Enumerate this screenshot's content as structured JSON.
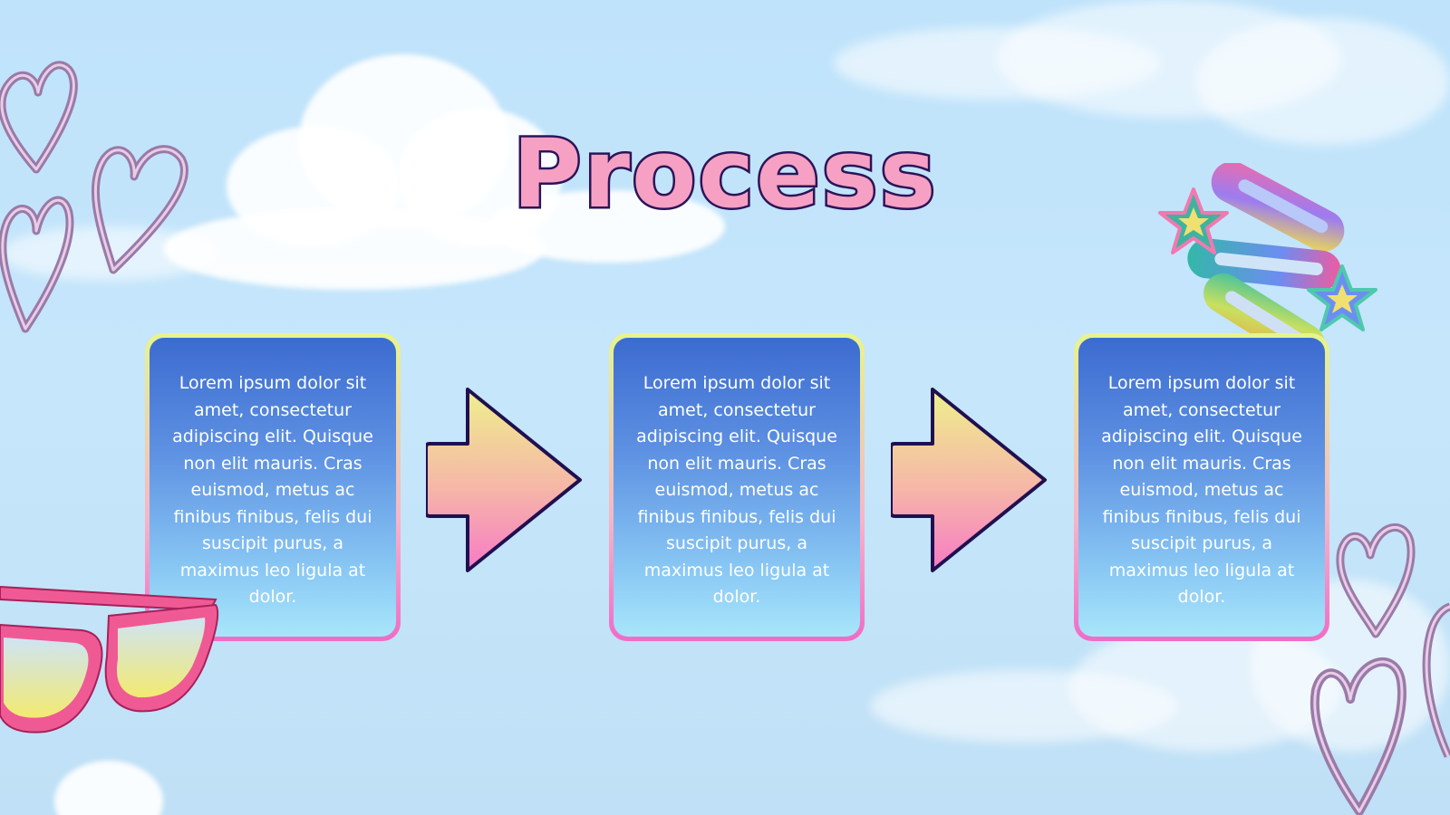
{
  "slide": {
    "title": "Process",
    "cards": [
      {
        "text": "Lorem ipsum dolor sit amet, consectetur adipiscing elit. Quisque non elit mauris. Cras euismod, metus ac finibus finibus, felis dui suscipit purus, a maximus leo ligula at dolor."
      },
      {
        "text": "Lorem ipsum dolor sit amet, consectetur adipiscing elit. Quisque non elit mauris. Cras euismod, metus ac finibus finibus, felis dui suscipit purus, a maximus leo ligula at dolor."
      },
      {
        "text": "Lorem ipsum dolor sit amet, consectetur adipiscing elit. Quisque non elit mauris. Cras euismod, metus ac finibus finibus, felis dui suscipit purus, a maximus leo ligula at dolor."
      }
    ]
  },
  "colors": {
    "sky": "#c6e6fb",
    "title_fill": "#f6a0c4",
    "outline": "#2b1458",
    "card_top": "#3c6bd0",
    "card_bottom": "#a8e6fb",
    "arrow_top": "#eef08c",
    "arrow_bottom": "#f77ac6"
  },
  "icons": [
    "heart-icon",
    "arrow-right-icon",
    "sunglasses-icon",
    "hair-clip-icon",
    "star-icon",
    "cloud-icon"
  ]
}
